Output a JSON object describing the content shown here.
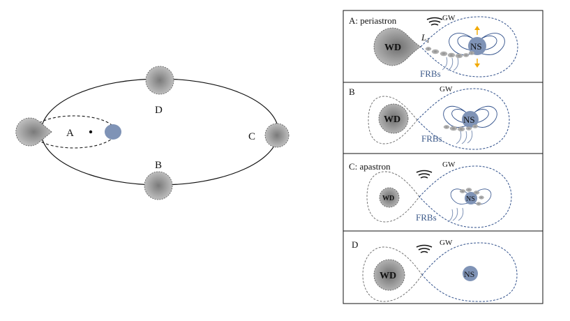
{
  "orbit": {
    "points": [
      "A",
      "B",
      "C",
      "D"
    ]
  },
  "panels": [
    {
      "title": "A: periastron",
      "wd": "WD",
      "ns": "NS",
      "gw": "GW",
      "frbs": "FRBs",
      "l1": "L",
      "l1_sub": "1"
    },
    {
      "title": "B",
      "wd": "WD",
      "ns": "NS",
      "gw": "GW",
      "frbs": "FRBs"
    },
    {
      "title": "C: apastron",
      "wd": "WD",
      "ns": "NS",
      "gw": "GW",
      "frbs": "FRBs"
    },
    {
      "title": "D",
      "wd": "WD",
      "ns": "NS",
      "gw": "GW"
    }
  ],
  "colors": {
    "ns_fill": "#7f93b6",
    "wd_fill": "#9a9a9a",
    "field_line": "#2f4f8a",
    "frb_text": "#3d5a8a",
    "jet": "#f2a900"
  }
}
